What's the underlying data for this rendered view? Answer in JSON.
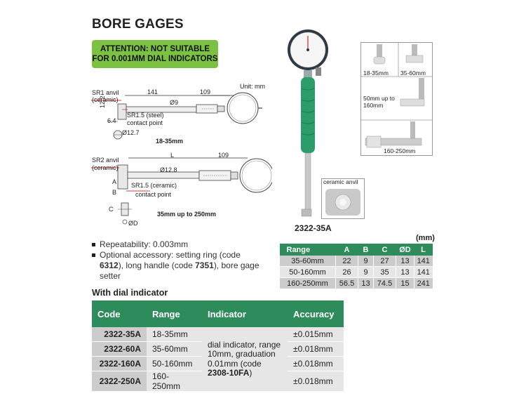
{
  "title": "BORE GAGES",
  "attention": {
    "line1": "ATTENTION: NOT SUITABLE",
    "line2": "FOR 0.001MM DIAL INDICATORS"
  },
  "diagram": {
    "unit": "Unit: mm",
    "d1_sr1": "SR1 anvil",
    "d1_ceramic": "(ceramic)",
    "d1_len": "141",
    "d1_109": "109",
    "d1_dia": "Ø9",
    "d1_sr15": "SR1.5 (steel)",
    "d1_contact": "contact point",
    "d1_122": "12.2",
    "d1_64": "6.4",
    "d1_127": "Ø12.7",
    "d1_range": "18-35mm",
    "d2_sr2": "SR2 anvil",
    "d2_ceramic": "(ceramic)",
    "d2_L": "L",
    "d2_109": "109",
    "d2_dia": "Ø12.8",
    "d2_sr15": "SR1.5 (ceramic)",
    "d2_contact": "contact point",
    "d2_A": "A",
    "d2_B": "B",
    "d2_C": "C",
    "d2_D": "ØD",
    "d2_range": "35mm up to 250mm"
  },
  "product_photo": {
    "model": "2322-35A",
    "ceramic_label": "ceramic anvil"
  },
  "range_photos": [
    {
      "label": "18-35mm"
    },
    {
      "label": "35-60mm"
    },
    {
      "label": "50mm up to 160mm"
    },
    {
      "label": "160-250mm"
    }
  ],
  "bullets": {
    "b1": "Repeatability: 0.003mm",
    "b2_pre": "Optional accessory: setting ring (code ",
    "b2_c1": "6312",
    "b2_mid": "), long handle (code ",
    "b2_c2": "7351",
    "b2_post": "), bore gage setter"
  },
  "main_table": {
    "caption": "With dial indicator",
    "headers": [
      "Code",
      "Range",
      "Indicator",
      "Accuracy"
    ],
    "indicator_text": "dial indicator, range 10mm, graduation 0.01mm (code ",
    "indicator_code": "2308-10FA",
    "indicator_close": ")",
    "rows": [
      {
        "code": "2322-35A",
        "range": "18-35mm",
        "accuracy": "±0.015mm"
      },
      {
        "code": "2322-60A",
        "range": "35-60mm",
        "accuracy": "±0.018mm"
      },
      {
        "code": "2322-160A",
        "range": "50-160mm",
        "accuracy": "±0.018mm"
      },
      {
        "code": "2322-250A",
        "range": "160-250mm",
        "accuracy": "±0.018mm"
      }
    ]
  },
  "spec_table": {
    "unit": "(mm)",
    "headers": [
      "Range",
      "A",
      "B",
      "C",
      "ØD",
      "L"
    ],
    "rows": [
      [
        "35-60mm",
        "22",
        "9",
        "27",
        "13",
        "141"
      ],
      [
        "50-160mm",
        "26",
        "9",
        "35",
        "13",
        "141"
      ],
      [
        "160-250mm",
        "56.5",
        "13",
        "74.5",
        "15",
        "241"
      ]
    ]
  },
  "colors": {
    "green_header": "#2e8b5b",
    "attention_bg": "#7cc242",
    "handle_green": "#2a9d6a"
  }
}
